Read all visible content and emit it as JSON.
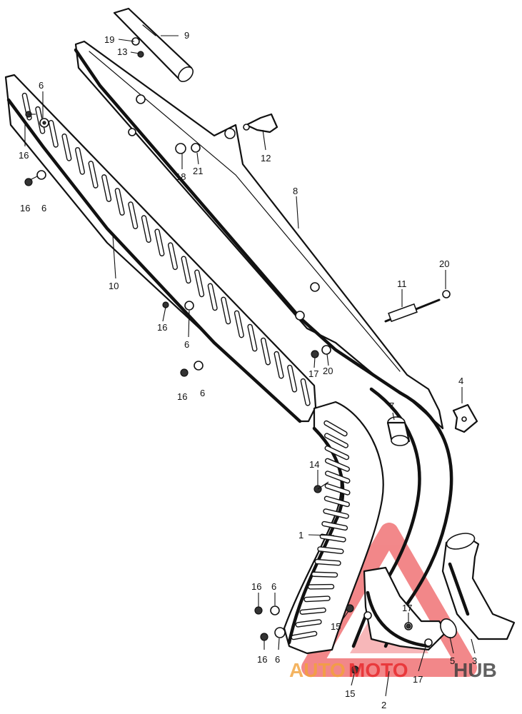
{
  "labels": {
    "l1": "1",
    "l2": "2",
    "l3": "3",
    "l4": "4",
    "l5": "5",
    "l6": "6",
    "l7": "7",
    "l8": "8",
    "l9": "9",
    "l10": "10",
    "l11": "11",
    "l12": "12",
    "l13": "13",
    "l14": "14",
    "l15": "15",
    "l16": "16",
    "l17": "17",
    "l18": "18",
    "l19": "19",
    "l20": "20",
    "l21": "21"
  },
  "watermark": {
    "part1": "AUTO",
    "part2": "MOTO",
    "part3": "HUB",
    "color_orange": "#f2a23a",
    "color_red": "#e8262a",
    "color_dark": "#3a3a3a"
  }
}
